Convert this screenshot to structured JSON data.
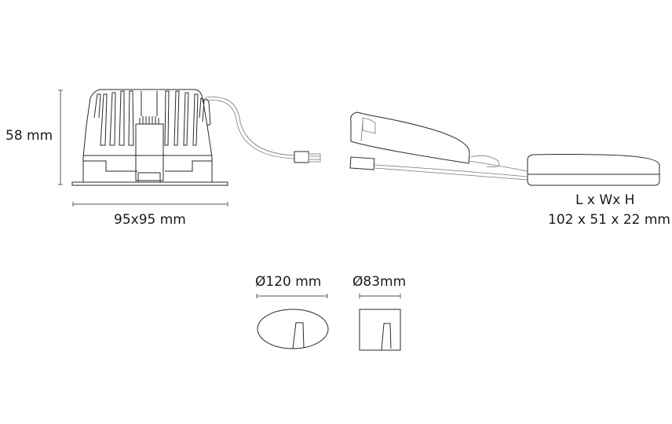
{
  "luminaire": {
    "height_label": "58 mm",
    "width_label": "95x95 mm"
  },
  "driver": {
    "dimensions_header": "L x Wx H",
    "dimensions_value": "102 x 51 x 22 mm"
  },
  "cutouts": {
    "round": {
      "label": "Ø120 mm",
      "shape": "circle"
    },
    "square": {
      "label": "Ø83mm",
      "shape": "square"
    }
  },
  "colors": {
    "line": "#2a2a2a",
    "dimension_line": "#8a8a8a",
    "text": "#1a1a1a",
    "background": "#ffffff"
  }
}
